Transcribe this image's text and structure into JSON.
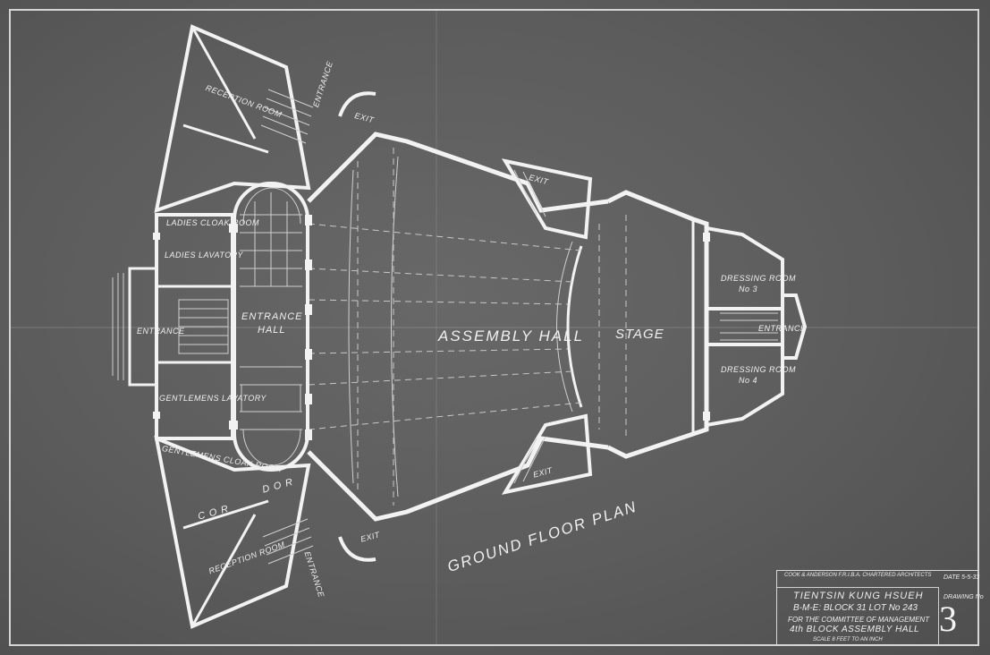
{
  "labels": {
    "assembly_hall": "ASSEMBLY HALL",
    "stage": "STAGE",
    "entrance_hall_1": "ENTRANCE",
    "entrance_hall_2": "HALL",
    "ground_floor_plan": "GROUND FLOOR PLAN",
    "reception_room_top": "RECEPTION ROOM",
    "reception_room_bottom": "RECEPTION ROOM",
    "entrance_top": "ENTRANCE",
    "entrance_bottom": "ENTRANCE",
    "entrance_left": "ENTRANCE",
    "entrance_right": "ENTRANCE",
    "exit_top_left": "EXIT",
    "exit_top_right": "EXIT",
    "exit_bottom_left": "EXIT",
    "exit_bottom_right": "EXIT",
    "ladies_cloak_room": "LADIES CLOAK ROOM",
    "ladies_lavatory": "LADIES LAVATORY",
    "gentlemens_lavatory": "GENTLEMENS LAVATORY",
    "gentlemens_cloak_room": "GENTLEMENS CLOAK ROOM",
    "dressing_room_3": "DRESSING ROOM",
    "dressing_room_3_no": "No 3",
    "dressing_room_4": "DRESSING ROOM",
    "dressing_room_4_no": "No 4",
    "corridor_left": "C O R",
    "corridor_right": "D O R"
  },
  "title_block": {
    "architects": "COOK & ANDERSON F.R.I.B.A. CHARTERED ARCHITECTS",
    "date": "DATE 5-5-33",
    "drawing_no_label": "DRAWING No",
    "drawing_no": "3",
    "line1": "TIENTSIN KUNG HSUEH",
    "line2": "B-M-E: BLOCK 31 LOT No 243",
    "line3": "FOR THE COMMITTEE OF MANAGEMENT",
    "line4": "4th BLOCK ASSEMBLY HALL",
    "scale": "SCALE 8 FEET TO AN INCH"
  }
}
